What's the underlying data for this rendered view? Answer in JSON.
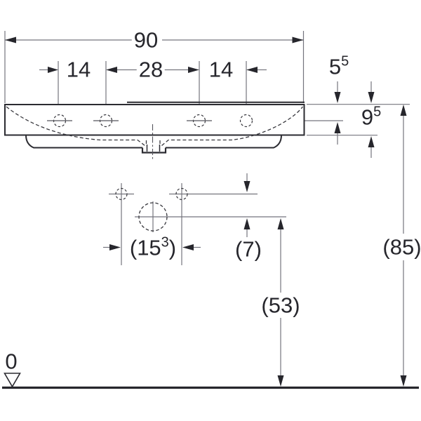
{
  "drawing": {
    "type": "washbasin-dimension-drawing",
    "units": "cm",
    "labels": {
      "total_width": "90",
      "holes_left_spacing": "14",
      "holes_center_spacing": "28",
      "holes_right_spacing": "14",
      "rim_to_holes": {
        "base": "5",
        "sup": "5"
      },
      "front_height": {
        "base": "9",
        "sup": "5"
      },
      "fixing_spread": {
        "pre": "(15",
        "sup": "3",
        "post": ")"
      },
      "holes_to_outlet": "(7)",
      "outlet_to_floor": "(53)",
      "rim_to_floor": "(85)",
      "datum_zero": "0"
    },
    "colors": {
      "dimension_line": "#74747d",
      "outline": "#2b2b31",
      "hidden_line": "#38383e",
      "center_line": "#55555c",
      "arrow_and_text": "#26262c",
      "background": "#ffffff"
    }
  }
}
